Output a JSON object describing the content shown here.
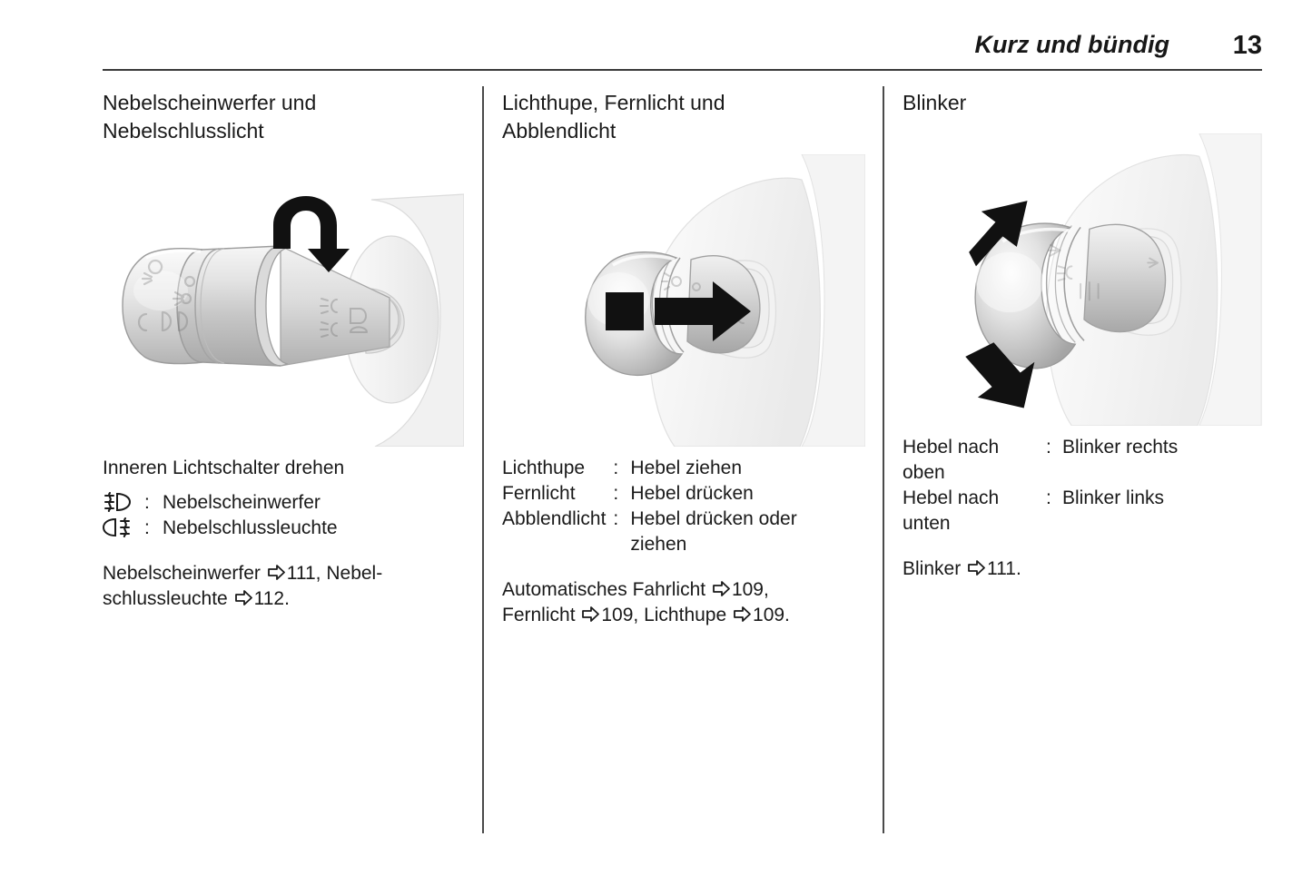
{
  "header": {
    "title": "Kurz und bündig",
    "page_number": "13"
  },
  "columns": [
    {
      "id": "fog-lights",
      "title": "Nebelscheinwerfer und\nNebelschlusslicht",
      "figure": {
        "name": "light-switch-stalk-rotate-illustration",
        "description": "Lichtschalterhebel mit Drehpfeil"
      },
      "intro": "Inneren Lichtschalter drehen",
      "definitions": [
        {
          "symbol": "front-fog-lamp-icon",
          "colon": ":",
          "value": "Nebelscheinwerfer"
        },
        {
          "symbol": "rear-fog-lamp-icon",
          "colon": ":",
          "value": "Nebelschlussleuchte"
        }
      ],
      "reference_parts": [
        "Nebelscheinwerfer ",
        " 111, Nebel-",
        "schlussleuchte ",
        " 112."
      ],
      "reference_line1_pre": "Nebelscheinwerfer",
      "reference_line1_post": "111, Nebel-",
      "reference_line2_pre": "schlussleuchte",
      "reference_line2_post": "112."
    },
    {
      "id": "headlight-flash-high-low-beam",
      "title": "Lichthupe, Fernlicht und\nAbblendlicht",
      "figure": {
        "name": "light-switch-stalk-push-pull-illustration",
        "description": "Hebel mit waagerechtem Pfeil"
      },
      "definitions": [
        {
          "key": "Lichthupe",
          "colon": ":",
          "value": "Hebel ziehen"
        },
        {
          "key": "Fernlicht",
          "colon": ":",
          "value": "Hebel drücken"
        },
        {
          "key": "Abblendlicht",
          "colon": ":",
          "value": "Hebel drücken oder\nziehen"
        }
      ],
      "reference_line1_pre": "Automatisches Fahrlicht",
      "reference_line1_post": "109,",
      "reference_line2_pre": "Fernlicht",
      "reference_line2_mid": "109, Lichthupe",
      "reference_line2_post": "109."
    },
    {
      "id": "turn-signals",
      "title": "Blinker",
      "figure": {
        "name": "light-switch-stalk-up-down-illustration",
        "description": "Hebel mit Pfeil nach oben und unten"
      },
      "definitions": [
        {
          "key": "Hebel nach\noben",
          "colon": ":",
          "value": "Blinker rechts"
        },
        {
          "key": "Hebel nach\nunten",
          "colon": ":",
          "value": "Blinker links"
        }
      ],
      "reference_pre": "Blinker",
      "reference_post": "111."
    }
  ],
  "icons": {
    "reference_arrow": "page-reference-arrow-icon",
    "front_fog": "front-fog-lamp-icon",
    "rear_fog": "rear-fog-lamp-icon"
  },
  "colors": {
    "text": "#1a1a1a",
    "rule": "#3a3a3a",
    "divider": "#4a4a4a",
    "arrow_black": "#111111",
    "illustration_light": "#f2f2f2",
    "illustration_mid": "#cfcfcf",
    "illustration_dark": "#9a9a9a"
  }
}
